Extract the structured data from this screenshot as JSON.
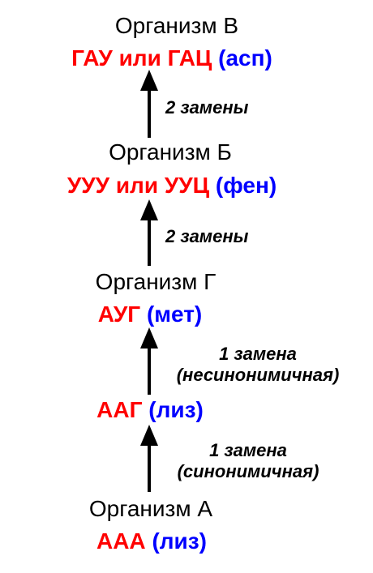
{
  "colors": {
    "codon": "#ff0000",
    "amino_acid": "#0000ff",
    "text": "#000000"
  },
  "nodes": [
    {
      "title": "Организм В",
      "codon": "ГАУ или ГАЦ",
      "amino_acid": "(асп)"
    },
    {
      "title": "Организм Б",
      "codon": "УУУ или УУЦ",
      "amino_acid": "(фен)"
    },
    {
      "title": "Организм Г",
      "codon": "АУГ",
      "amino_acid": "(мет)"
    },
    {
      "title": "",
      "codon": "ААГ",
      "amino_acid": "(лиз)"
    },
    {
      "title": "Организм А",
      "codon": "ААА",
      "amino_acid": "(лиз)"
    }
  ],
  "arrows": [
    {
      "line1": "2 замены",
      "line2": ""
    },
    {
      "line1": "2 замены",
      "line2": ""
    },
    {
      "line1": "1 замена",
      "line2": "(несинонимичная)"
    },
    {
      "line1": "1 замена",
      "line2": "(синонимичная)"
    }
  ]
}
